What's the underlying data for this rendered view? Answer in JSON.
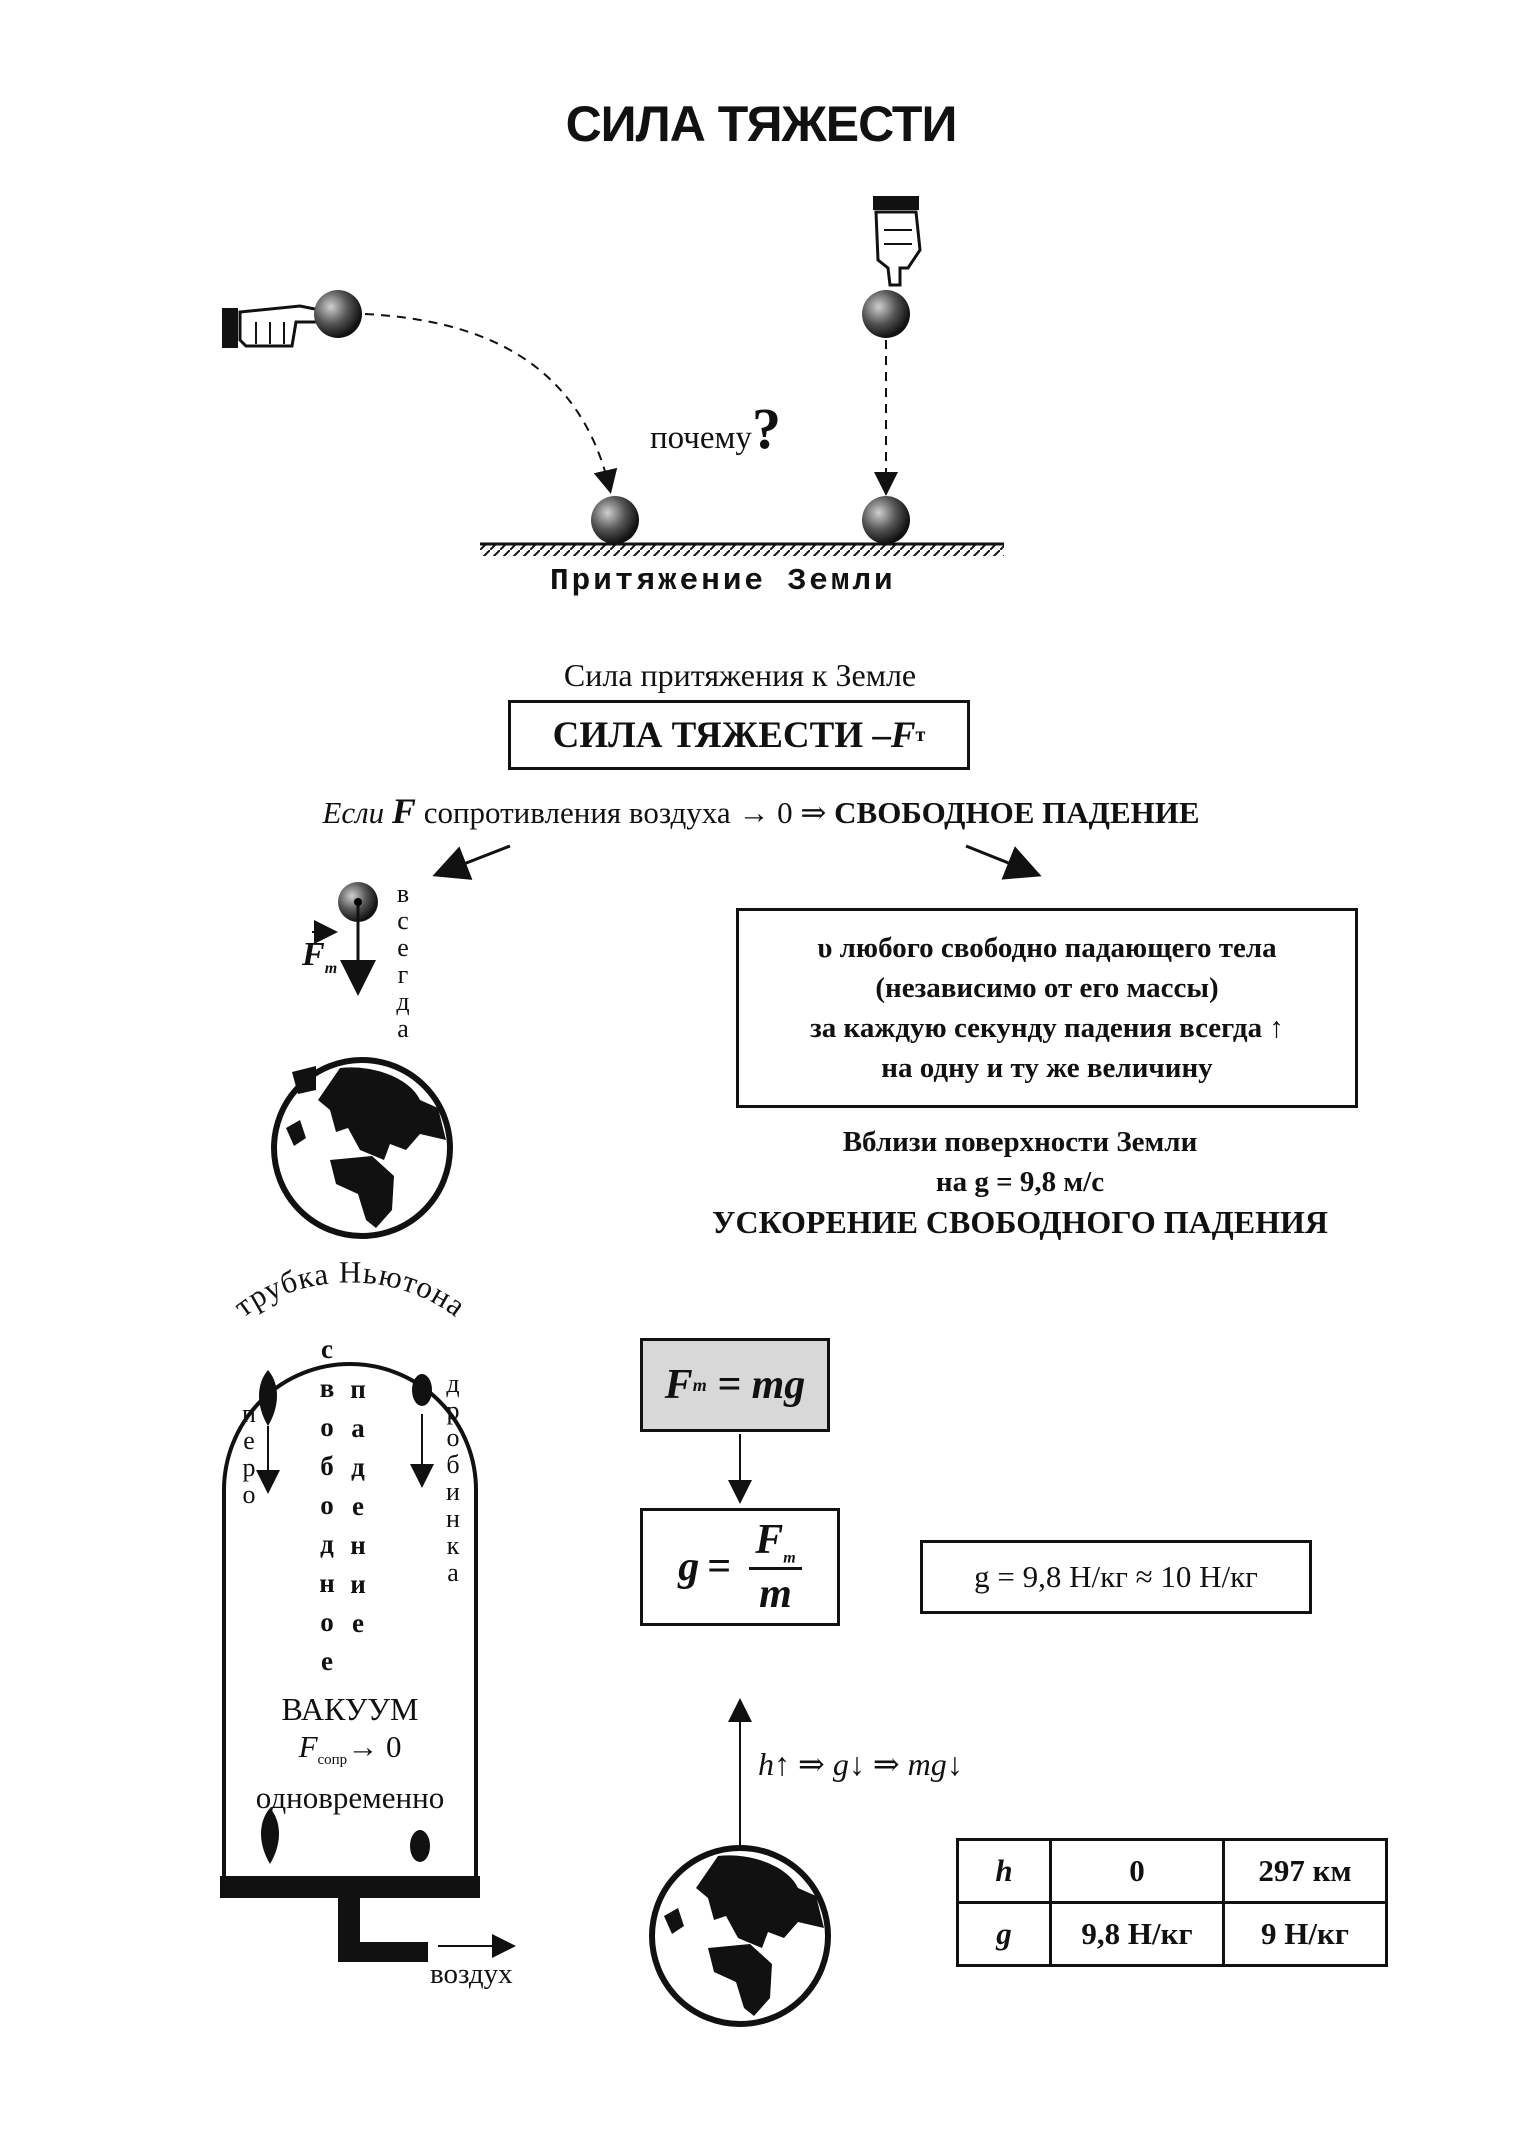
{
  "title": "СИЛА ТЯЖЕСТИ",
  "why": {
    "text": "почему",
    "mark": "?"
  },
  "earth_attraction": "Притяжение Земли",
  "attraction_caption": "Сила притяжения к Земле",
  "gravity_box": {
    "text": "СИЛА ТЯЖЕСТИ – ",
    "symbol": "F",
    "sub": "т"
  },
  "freefall": {
    "if": "Если",
    "f": "F",
    "middle": " сопротивления воздуха → 0 ⇒ ",
    "result": "СВОБОДНОЕ ПАДЕНИЕ"
  },
  "always_label": "всегда",
  "force_label": {
    "symbol": "F",
    "sub": "т"
  },
  "velocity_box": {
    "lines": [
      "υ любого свободно падающего тела",
      "(независимо от его массы)",
      "за каждую секунду падения всегда ↑",
      "на одну и ту же величину"
    ]
  },
  "near_surface": {
    "line1": "Вблизи поверхности Земли",
    "line2": "на g = 9,8 м/с",
    "line3": "УСКОРЕНИЕ СВОБОДНОГО ПАДЕНИЯ"
  },
  "newton_tube": {
    "arc_label": "трубка Ньютона",
    "feather_label": "перо",
    "pellet_label": "дробинка",
    "word_left": "свободное",
    "word_right": "падение",
    "vacuum": "ВАКУУМ",
    "f_resist": {
      "symbol": "F",
      "sub": "сопр",
      "tail": "→ 0"
    },
    "simultaneously": "одновременно",
    "air": "воздух"
  },
  "formulas": {
    "f1": "Fт = mg",
    "f1_parts": {
      "F": "F",
      "sub": "т",
      "rest": " = mg"
    },
    "f2": {
      "g": "g",
      "num": "F",
      "num_sub": "т",
      "den": "m"
    },
    "f3": "g = 9,8 Н/кг ≈ 10 Н/кг"
  },
  "height_relation": "h↑ ⇒ g↓ ⇒ mg↓",
  "table": {
    "rows": [
      {
        "label": "h",
        "values": [
          "0",
          "297 км"
        ]
      },
      {
        "label": "g",
        "values": [
          "9,8 Н/кг",
          "9 Н/кг"
        ]
      }
    ]
  },
  "colors": {
    "ink": "#111111",
    "formula_fill": "#d8d8d8",
    "ball": "#555555"
  },
  "icons": [
    "pointing-hand-icon",
    "pointing-down-hand-icon",
    "ball-icon",
    "earth-globe-icon",
    "feather-icon",
    "pellet-icon"
  ]
}
